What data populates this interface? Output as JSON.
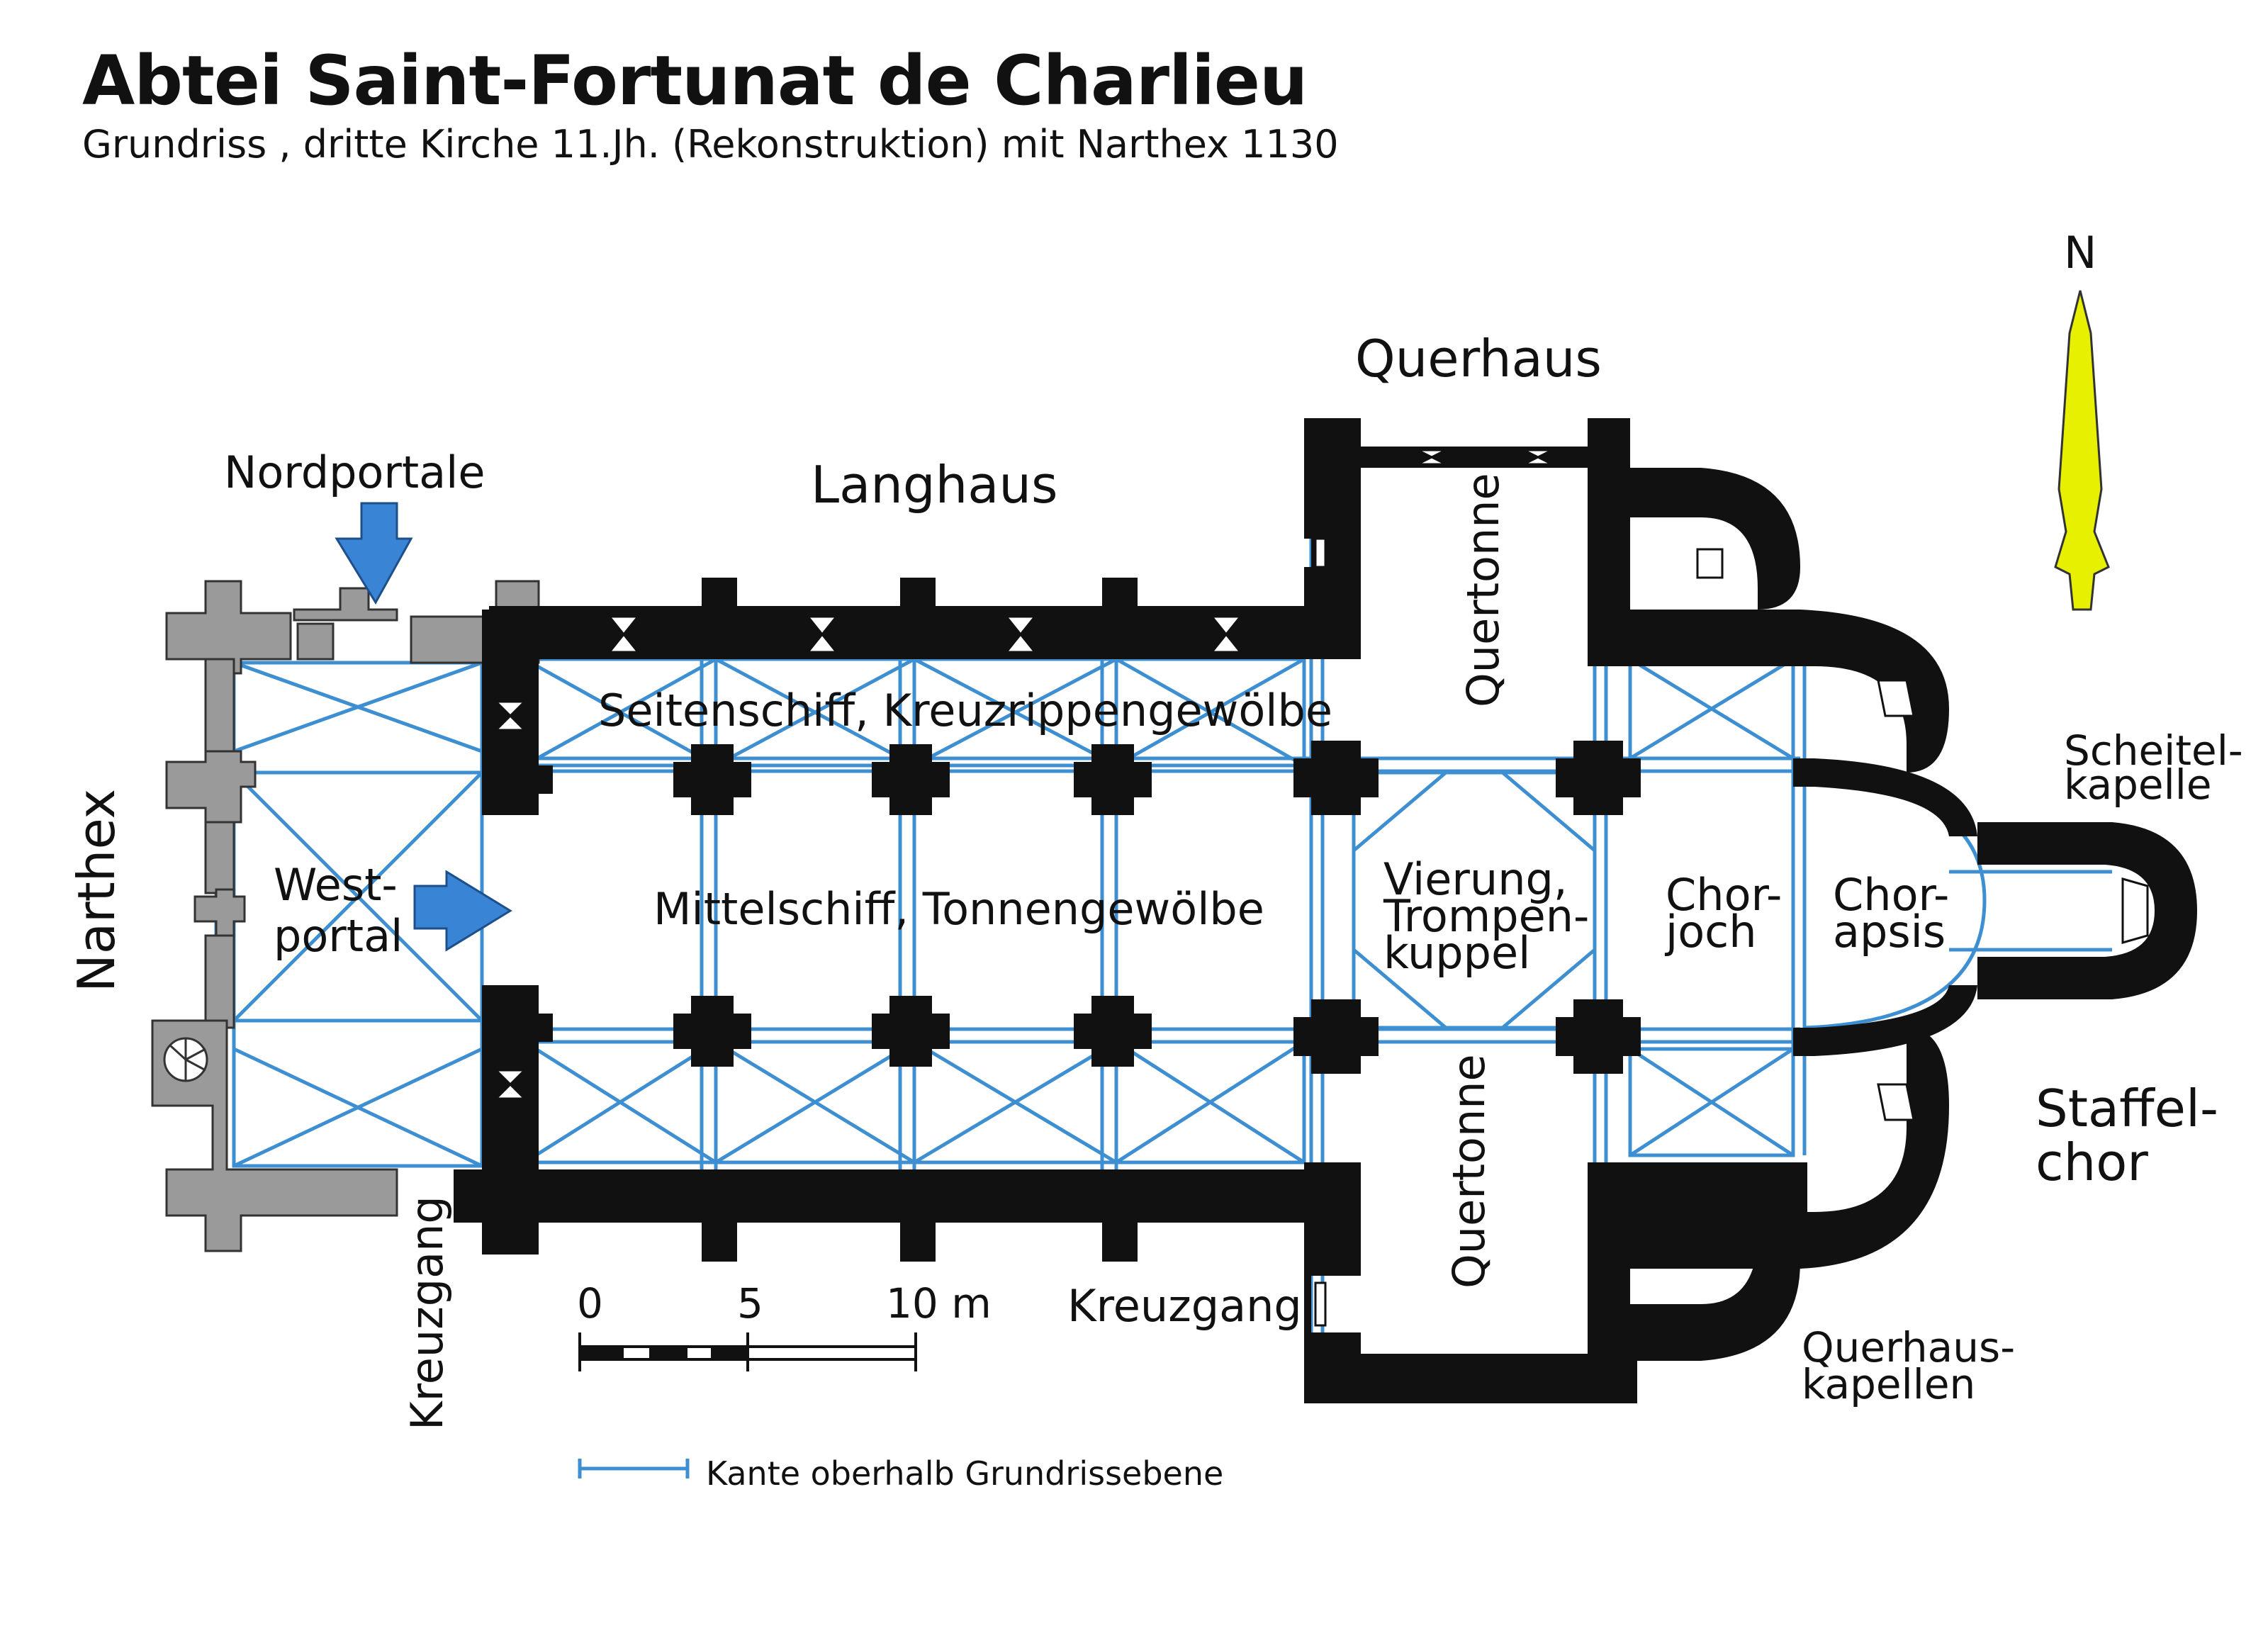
{
  "title": "Abtei Saint-Fortunat de Charlieu",
  "subtitle": "Grundriss , dritte Kirche 11.Jh. (Rekonstruktion) mit Narthex 1130",
  "labels": {
    "querhaus": "Querhaus",
    "langhaus": "Langhaus",
    "nordportale": "Nordportale",
    "narthex": "Narthex",
    "westportal_1": "West-",
    "westportal_2": "portal",
    "seitenschiff": "Seitenschiff, Kreuzrippengewölbe",
    "mittelschiff": "Mittelschiff, Tonnengewölbe",
    "quertonne_north": "Quertonne",
    "quertonne_south": "Quertonne",
    "vierung_1": "Vierung,",
    "vierung_2": "Trompen-",
    "vierung_3": "kuppel",
    "chorjoch_1": "Chor-",
    "chorjoch_2": "joch",
    "chorapsis_1": "Chor-",
    "chorapsis_2": "apsis",
    "scheitel_1": "Scheitel-",
    "scheitel_2": "kapelle",
    "staffel_1": "Staffel-",
    "staffel_2": "chor",
    "querhauskap_1": "Querhaus-",
    "querhauskap_2": "kapellen",
    "kreuzgang_west": "Kreuzgang",
    "kreuzgang_south": "Kreuzgang",
    "north": "N"
  },
  "scale": {
    "tick_0": "0",
    "tick_5": "5",
    "tick_10": "10 m"
  },
  "legend": {
    "text": "Kante oberhalb Grundrissebene"
  },
  "colors": {
    "wall": "#111111",
    "narthex_wall": "#9a9a9a",
    "vault_lines": "#3d8fd1",
    "portal_arrow": "#3a84d6",
    "north_arrow": "#e6f000"
  }
}
